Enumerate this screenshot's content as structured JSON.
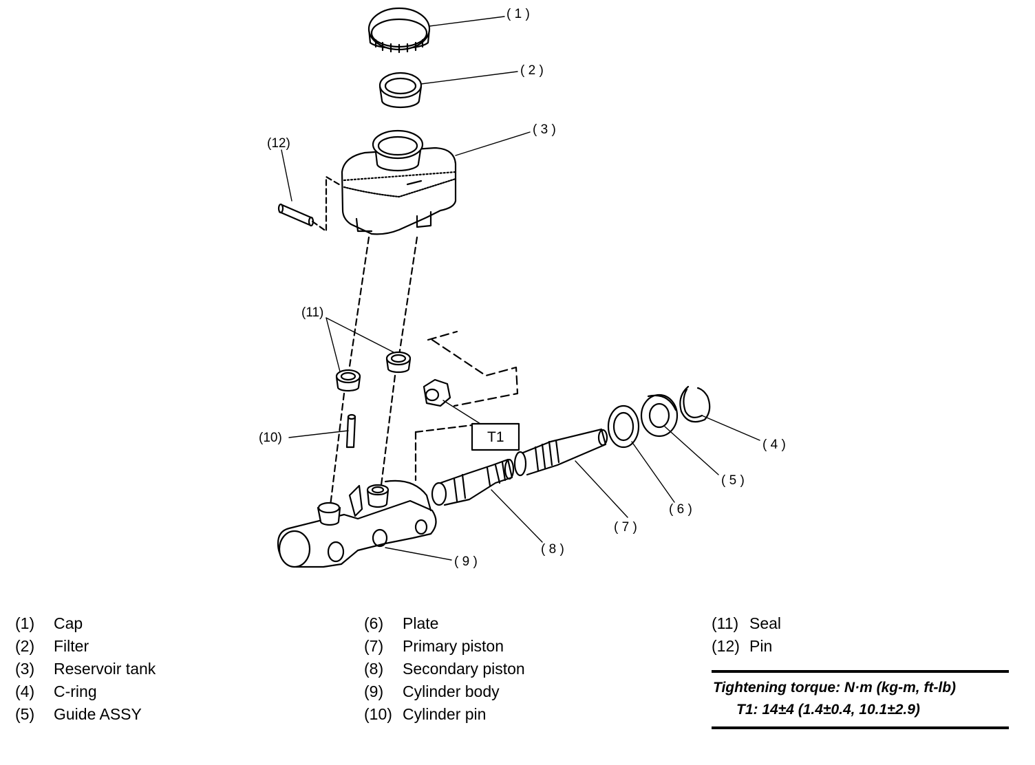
{
  "callouts": {
    "c1": "( 1 )",
    "c2": "( 2 )",
    "c3": "( 3 )",
    "c4": "( 4 )",
    "c5": "( 5 )",
    "c6": "( 6 )",
    "c7": "( 7 )",
    "c8": "( 8 )",
    "c9": "( 9 )",
    "c10": "(10)",
    "c11": "(11)",
    "c12": "(12)",
    "t1": "T1"
  },
  "legend": {
    "col1": [
      {
        "num": "(1)",
        "name": "Cap"
      },
      {
        "num": "(2)",
        "name": "Filter"
      },
      {
        "num": "(3)",
        "name": "Reservoir tank"
      },
      {
        "num": "(4)",
        "name": "C-ring"
      },
      {
        "num": "(5)",
        "name": "Guide ASSY"
      }
    ],
    "col2": [
      {
        "num": "(6)",
        "name": "Plate"
      },
      {
        "num": "(7)",
        "name": "Primary piston"
      },
      {
        "num": "(8)",
        "name": "Secondary piston"
      },
      {
        "num": "(9)",
        "name": "Cylinder body"
      },
      {
        "num": "(10)",
        "name": "Cylinder pin"
      }
    ],
    "col3": [
      {
        "num": "(11)",
        "name": "Seal"
      },
      {
        "num": "(12)",
        "name": "Pin"
      }
    ]
  },
  "torque": {
    "title": "Tightening torque: N·m (kg-m, ft-lb)",
    "value": "T1: 14±4 (1.4±0.4, 10.1±2.9)"
  }
}
